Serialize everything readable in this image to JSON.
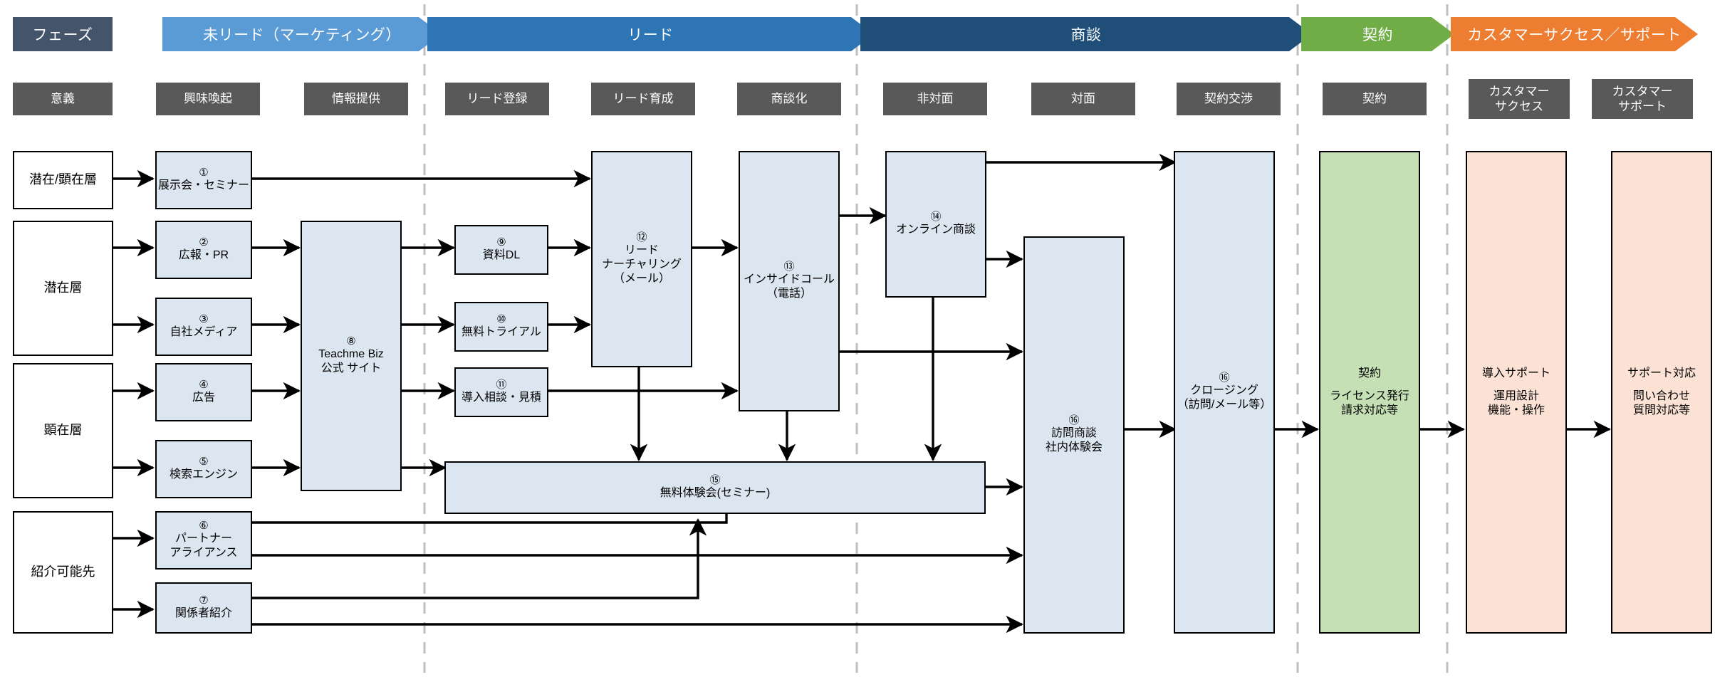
{
  "phase_row": {
    "label_cell": "フェーズ",
    "phases": [
      {
        "name": "未リード（マーケティング）",
        "color": "#5b9bd5"
      },
      {
        "name": "リード",
        "color": "#2e75b6"
      },
      {
        "name": "商談",
        "color": "#1f4e79"
      },
      {
        "name": "契約",
        "color": "#70ad47"
      },
      {
        "name": "カスタマーサクセス／サポート",
        "color": "#ed7d31"
      }
    ]
  },
  "meaning_row": {
    "label_cell": "意義",
    "items": [
      "興味喚起",
      "情報提供",
      "リード登録",
      "リード育成",
      "商談化",
      "非対面",
      "対面",
      "契約交渉",
      "契約",
      "カスタマー\nサクセス",
      "カスタマー\nサポート"
    ]
  },
  "segments": [
    {
      "id": "seg-1",
      "label": "潜在/顕在層"
    },
    {
      "id": "seg-2",
      "label": "潜在層"
    },
    {
      "id": "seg-3",
      "label": "顕在層"
    },
    {
      "id": "seg-4",
      "label": "紹介可能先"
    }
  ],
  "nodes": [
    {
      "id": "n1",
      "num": "①",
      "title": "展示会・セミナー",
      "sub": ""
    },
    {
      "id": "n2",
      "num": "②",
      "title": "広報・PR",
      "sub": ""
    },
    {
      "id": "n3",
      "num": "③",
      "title": "自社メディア",
      "sub": ""
    },
    {
      "id": "n4",
      "num": "④",
      "title": "広告",
      "sub": ""
    },
    {
      "id": "n5",
      "num": "⑤",
      "title": "検索エンジン",
      "sub": ""
    },
    {
      "id": "n6",
      "num": "⑥",
      "title": "パートナー\nアライアンス",
      "sub": ""
    },
    {
      "id": "n7",
      "num": "⑦",
      "title": "関係者紹介",
      "sub": ""
    },
    {
      "id": "n8",
      "num": "⑧",
      "title": "Teachme Biz\n公式 サイト",
      "sub": ""
    },
    {
      "id": "n9",
      "num": "⑨",
      "title": "資料DL",
      "sub": ""
    },
    {
      "id": "n10",
      "num": "⑩",
      "title": "無料トライアル",
      "sub": ""
    },
    {
      "id": "n11",
      "num": "⑪",
      "title": "導入相談・見積",
      "sub": ""
    },
    {
      "id": "n12",
      "num": "⑫",
      "title": "リード\nナーチャリング\n（メール）",
      "sub": ""
    },
    {
      "id": "n13",
      "num": "⑬",
      "title": "インサイドコール\n（電話）",
      "sub": ""
    },
    {
      "id": "n14",
      "num": "⑭",
      "title": "オンライン商談",
      "sub": ""
    },
    {
      "id": "n15",
      "num": "⑮",
      "title": "無料体験会(セミナー)",
      "sub": ""
    },
    {
      "id": "n16",
      "num": "⑯",
      "title": "訪問商談\n社内体験会",
      "sub": ""
    },
    {
      "id": "n17",
      "num": "⑯",
      "title": "クロージング\n（訪問/メール等）",
      "sub": ""
    },
    {
      "id": "n18",
      "num": "",
      "title": "契約",
      "sub": "ライセンス発行\n請求対応等"
    },
    {
      "id": "n19",
      "num": "",
      "title": "導入サポート",
      "sub": "運用設計\n機能・操作"
    },
    {
      "id": "n20",
      "num": "",
      "title": "サポート対応",
      "sub": "問い合わせ\n質問対応等"
    }
  ],
  "colors": {
    "node_blue": "#dce6f1",
    "node_green": "#c5e0b4",
    "node_peach": "#fbe2d5",
    "label_gray": "#595959",
    "phase_label_gray": "#44546a",
    "divider": "#bfbfbf",
    "stroke": "#000000"
  }
}
